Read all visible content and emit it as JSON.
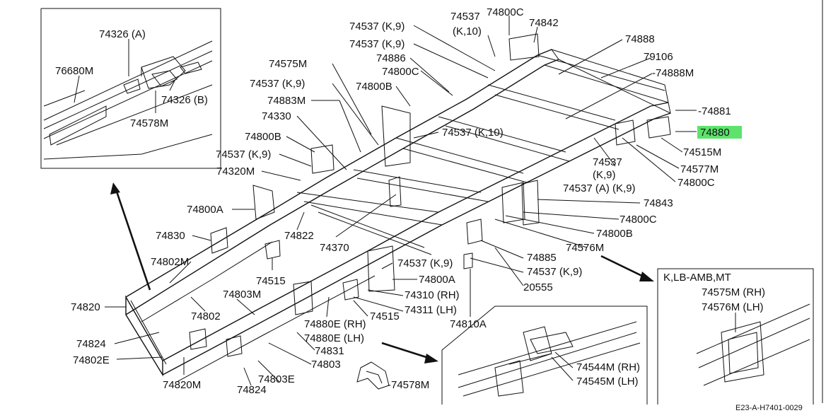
{
  "highlight_color": "#5de36c",
  "labels": {
    "l74326A": "74326 (A)",
    "l76680M": "76680M",
    "l74326B": "74326 (B)",
    "l74578M_tl": "74578M",
    "l74537_top1": "74537 (K,9)",
    "l74537_top2": "74537 (K,9)",
    "l74537_top3a": "74537",
    "l74537_top3b": "(K,10)",
    "l74800C_top": "74800C",
    "l74842": "74842",
    "l74888": "74888",
    "l79106": "79106",
    "l74888M": "-74888M",
    "l74881": "-74881",
    "l74880": "74880",
    "l74515M": "74515M",
    "l74577M": "74577M",
    "l74800C_r": "74800C",
    "l74537_r_a": "74537",
    "l74537_r_b": "(K,9)",
    "l74537A": "74537 (A) (K,9)",
    "l74843": "74843",
    "l74800C_r2": "74800C",
    "l74800B_r": "74800B",
    "l74576M": "74576M",
    "l74575M": "74575M",
    "l74537_m1": "74537 (K,9)",
    "l74886": "74886",
    "l74800C_m": "74800C",
    "l74800B_m": "74800B",
    "l74883M": "74883M",
    "l74330": "74330",
    "l74537_k10": "74537 (K,10)",
    "l74800B_l": "74800B",
    "l74537_l": "74537 (K,9)",
    "l74320M": "74320M",
    "l74800A_l": "74800A",
    "l74830": "74830",
    "l74822": "74822",
    "l74370": "74370",
    "l74802M": "74802M",
    "l74515_c": "74515",
    "l74885": "74885",
    "l74537_c": "74537 (K,9)",
    "l74537_c2": "74537 (K,9)",
    "l74800A_c": "74800A",
    "l74310": "74310 (RH)",
    "l74311": "74311 (LH)",
    "l20555": "20555",
    "l74803M": "74803M",
    "l74802": "74802",
    "l74820": "74820",
    "l74880E_RH": "74880E (RH)",
    "l74880E_LH": "74880E (LH)",
    "l74515_b": "74515",
    "l74810A": "74810A",
    "l74824_a": "74824",
    "l74831": "74831",
    "l74802E": "74802E",
    "l74803": "74803",
    "l74820M": "74820M",
    "l74803E": "74803E",
    "l74824_b": "74824",
    "l74578M_b": "-74578M",
    "l74544M": "74544M (RH)",
    "l74545M": "74545M (LH)",
    "l_klb": "K,LB-AMB,MT",
    "l74575M_RH": "74575M (RH)",
    "l74576M_LH": "74576M (LH)",
    "l_code": "E23-A-H7401-0029"
  }
}
